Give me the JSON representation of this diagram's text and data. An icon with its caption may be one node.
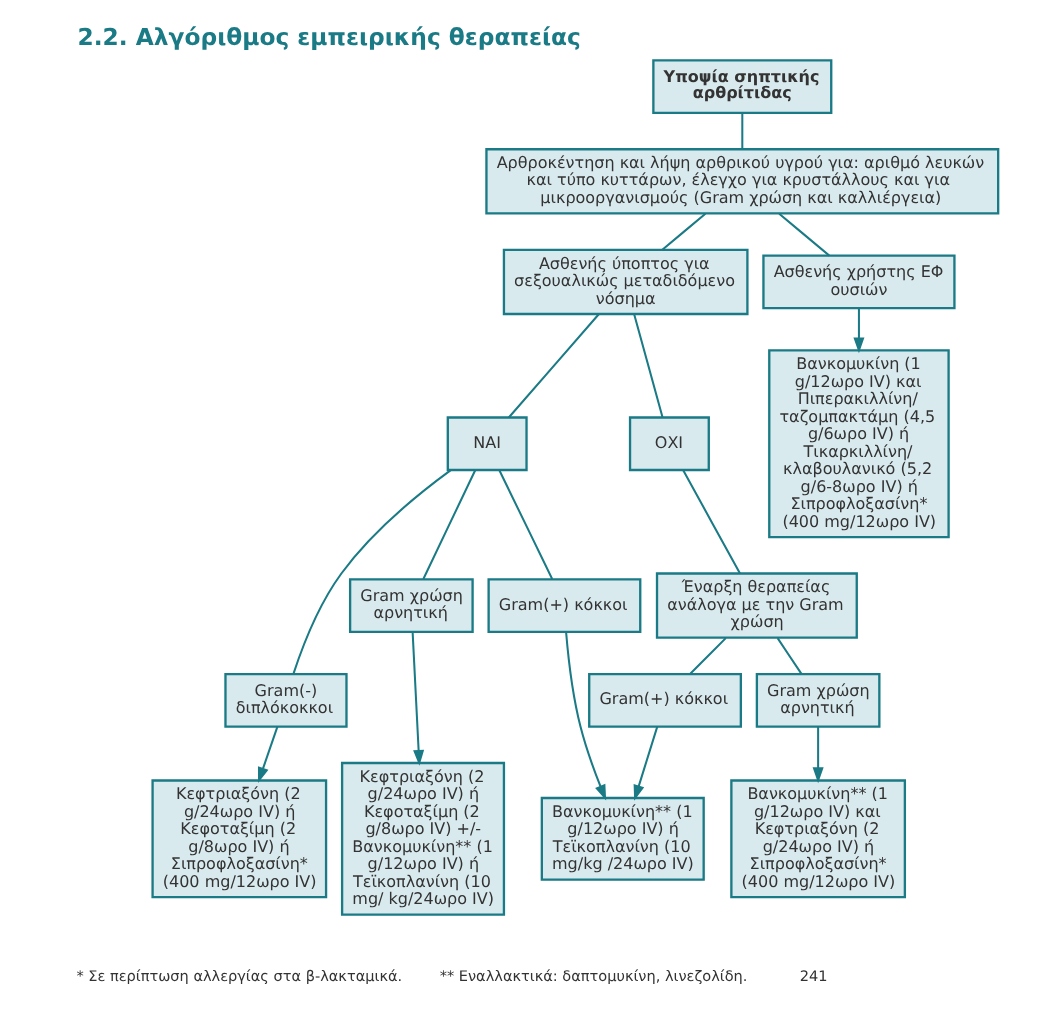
{
  "diagram": {
    "title": "2.2. Αλγόριθμος εμπειρικής θεραπείας",
    "nodes": [
      {
        "text": [
          "Υποψία σηπτικής αρθρίτιδας"
        ]
      },
      {
        "text": [
          "Αρθροκέντηση και λήψη αρθρικού υγρού για: αριθμό λευκών και τύπο κυττάρων, έλεγχο για κρυστάλλους και για μικροοργανισμούς (Gram χρώση και καλλιέργεια)"
        ]
      },
      {
        "text": [
          "Ασθενής ύποπτος για σεξουαλικώς μεταδιδόμενο νόσημα"
        ]
      },
      {
        "text": [
          "Ασθενής χρήστης ΕΦ ουσιών"
        ]
      },
      {
        "text": [
          "ΝΑΙ"
        ]
      },
      {
        "text": [
          "ΟΧΙ"
        ]
      },
      {
        "text": [
          "Gram(-) διπλόκοκκοι"
        ]
      },
      {
        "text": [
          "Gram χρώση αρνητική"
        ]
      },
      {
        "text": [
          "Gram(+) κόκκοι"
        ]
      },
      {
        "text": [
          "Έναρξη θεραπείας ανάλογα με την Gram χρώση"
        ]
      },
      {
        "text": [
          "Βανκομυκίνη (1 g/12ωρο IV) και Πιπερακιλλίνη/ ταζομπακτάμη (4,5 g/6ωρο IV) ή Τικαρκιλλίνη/ κλαβουλανικό (5,2 g/6-8ωρο IV) ή Σιπροφλοξασίνη* (400 mg/12ωρο IV)"
        ]
      },
      {
        "text": [
          "Gram(+) κόκκοι"
        ]
      },
      {
        "text": [
          "Gram χρώση αρνητική"
        ]
      },
      {
        "text": [
          "Κεφτριαξόνη (2 g/24ωρο IV) ή Κεφοταξίμη (2 g/8ωρο IV) ή Σιπροφλοξασίνη* (400 mg/12ωρο IV)"
        ]
      },
      {
        "text": [
          "Κεφτριαξόνη (2 g/24ωρο IV) ή Κεφοταξίμη (2 g/8ωρο IV) +/- Βανκομυκίνη** (1 g/12ωρο IV) ή Τεϊκοπλανίνη (10 mg/ kg/24ωρο IV)"
        ]
      },
      {
        "text": [
          "Βανκομυκίνη** (1 g/12ωρο IV) ή Τεϊκοπλανίνη (10 mg/kg /24ωρο IV)"
        ]
      },
      {
        "text": [
          "Βανκομυκίνη** (1 g/12ωρο IV) και Κεφτριαξόνη (2 g/24ωρο IV) ή Σιπροφλοξασίνη* (400 mg/12ωρο IV)"
        ]
      }
    ],
    "edges": [
      {
        "from": 0,
        "to": 1,
        "arrow": "none"
      },
      {
        "from": 1,
        "to": 2,
        "arrow": "none"
      },
      {
        "from": 1,
        "to": 3,
        "arrow": "none"
      },
      {
        "from": 2,
        "to": 4,
        "arrow": "none"
      },
      {
        "from": 2,
        "to": 5,
        "arrow": "none"
      },
      {
        "from": 4,
        "to": 6,
        "arrow": "none"
      },
      {
        "from": 4,
        "to": 7,
        "arrow": "none"
      },
      {
        "from": 4,
        "to": 8,
        "arrow": "none"
      },
      {
        "from": 5,
        "to": 9,
        "arrow": "none"
      },
      {
        "from": 3,
        "to": 10,
        "arrow": "to"
      },
      {
        "from": 9,
        "to": 11,
        "arrow": "none"
      },
      {
        "from": 9,
        "to": 12,
        "arrow": "none"
      },
      {
        "from": 6,
        "to": 13,
        "arrow": "to"
      },
      {
        "from": 7,
        "to": 14,
        "arrow": "to"
      },
      {
        "from": 8,
        "to": 15,
        "arrow": "to"
      },
      {
        "from": 11,
        "to": 15,
        "arrow": "to"
      },
      {
        "from": 12,
        "to": 16,
        "arrow": "to"
      }
    ],
    "labels": [
      "* Σε περίπτωση αλλεργίας στα β-λακταμικά.",
      "** Εναλλακτικά: δαπτομυκίνη, λινεζολίδη.",
      "241"
    ]
  }
}
